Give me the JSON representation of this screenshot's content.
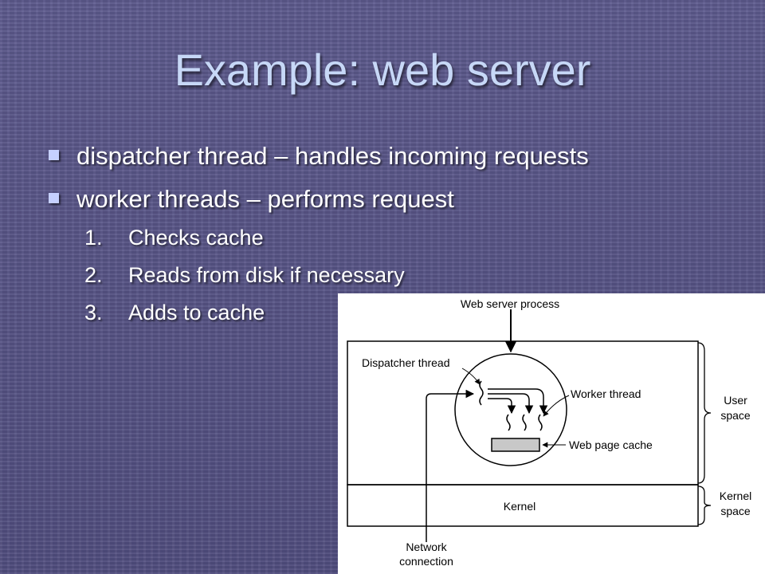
{
  "slide": {
    "title": "Example: web server",
    "bullets": [
      "dispatcher thread – handles incoming requests",
      "worker threads – performs request"
    ],
    "steps": [
      {
        "num": "1.",
        "text": "Checks cache"
      },
      {
        "num": "2.",
        "text": "Reads from disk if necessary"
      },
      {
        "num": "3.",
        "text": "Adds to cache"
      }
    ]
  },
  "diagram": {
    "web_server_process": "Web server process",
    "dispatcher_thread": "Dispatcher thread",
    "worker_thread": "Worker thread",
    "web_page_cache": "Web page cache",
    "kernel": "Kernel",
    "user_space": [
      "User",
      "space"
    ],
    "kernel_space": [
      "Kernel",
      "space"
    ],
    "network_connection": [
      "Network",
      "connection"
    ]
  }
}
